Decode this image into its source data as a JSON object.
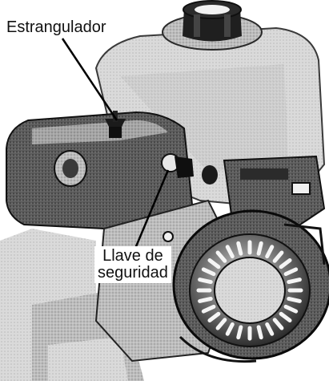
{
  "figure": {
    "callouts": {
      "choke": "Estrangulador",
      "safety_key_line1": "Llave de",
      "safety_key_line2": "seguridad"
    },
    "colors": {
      "engine_dark": "#1c1c1c",
      "engine_mid": "#6e6e6e",
      "engine_light": "#c8c8c8",
      "label_text": "#111111"
    }
  }
}
